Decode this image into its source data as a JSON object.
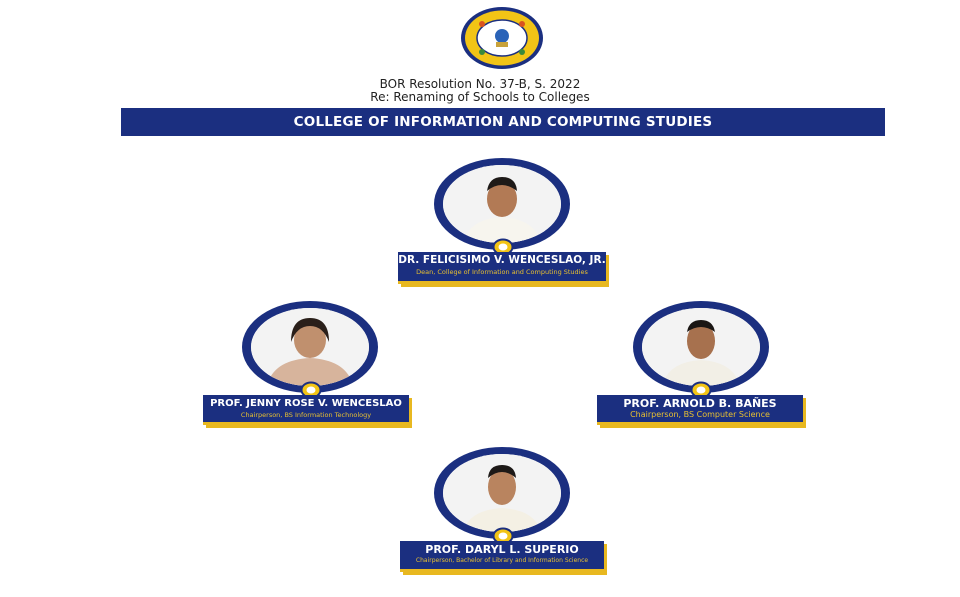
{
  "header": {
    "logo_icon": "university-seal",
    "resolution_line1": "BOR Resolution No. 37-B, S. 2022",
    "resolution_line2": "Re: Renaming of Schools to Colleges"
  },
  "banner": {
    "title": "COLLEGE OF INFORMATION AND COMPUTING STUDIES"
  },
  "people": [
    {
      "name": "DR. FELICISIMO V. WENCESLAO, JR.",
      "role": "Dean, College of Information and Computing Studies"
    },
    {
      "name": "PROF. JENNY ROSE V. WENCESLAO",
      "role": "Chairperson, BS Information Technology"
    },
    {
      "name": "PROF. ARNOLD B. BAÑES",
      "role": "Chairperson, BS Computer Science"
    },
    {
      "name": "PROF. DARYL L. SUPERIO",
      "role": "Chairperson, Bachelor of Library and Information Science"
    }
  ],
  "colors": {
    "navy": "#1b2f80",
    "gold": "#e8b820",
    "white": "#ffffff"
  }
}
